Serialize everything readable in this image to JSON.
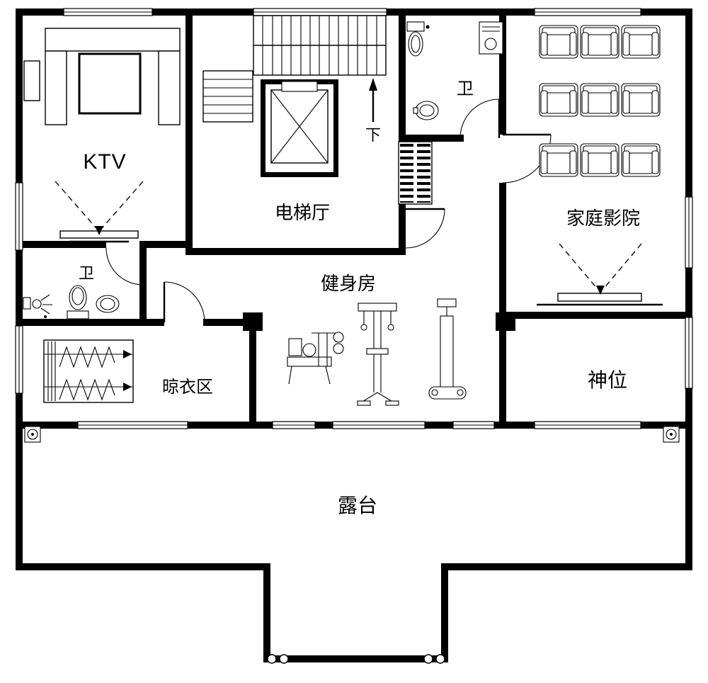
{
  "colors": {
    "wall": "#000000",
    "line": "#000000",
    "dashed_line": "#222222",
    "background": "#ffffff"
  },
  "rooms": {
    "ktv": {
      "label": "KTV"
    },
    "elevator_hall": {
      "label": "电梯厅"
    },
    "bathroom_upper": {
      "label": "卫"
    },
    "home_theater": {
      "label": "家庭影院"
    },
    "gym": {
      "label": "健身房"
    },
    "bathroom_lower": {
      "label": "卫"
    },
    "drying_area": {
      "label": "晾衣区"
    },
    "shrine": {
      "label": "神位"
    },
    "terrace": {
      "label": "露台"
    }
  },
  "annotations": {
    "stairs_direction": {
      "label": "下"
    }
  }
}
